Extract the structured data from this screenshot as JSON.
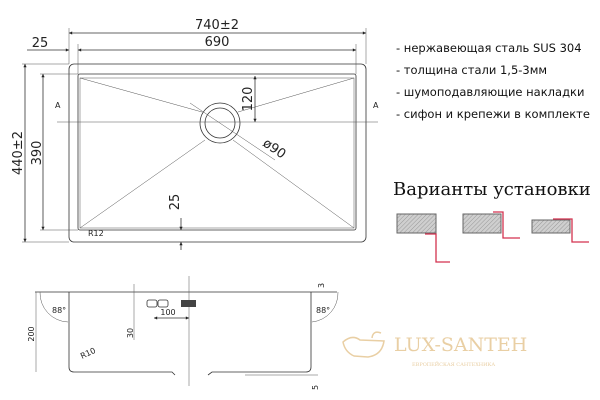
{
  "top_view": {
    "overall_width": "740±2",
    "bowl_width": "690",
    "rim_offset": "25",
    "overall_depth": "440±2",
    "bowl_depth": "390",
    "drain_offset": "120",
    "drain_diameter": "ø90",
    "bottom_offset": "25",
    "corner_radius": "R12",
    "section_mark": "A"
  },
  "side_view": {
    "height": "200",
    "angle_left": "88°",
    "angle_right": "88°",
    "overflow_height": "30",
    "overflow_distance": "100",
    "rim_thickness": "3",
    "bottom_step": "5",
    "bottom_radius": "R10"
  },
  "features": [
    "- нержавеющая сталь SUS 304",
    "- толщина стали 1,5-3мм",
    "- шумоподавляющие накладки",
    "- сифон и крепежи в комплекте"
  ],
  "install": {
    "title": "Варианты установки",
    "accent_color": "#d3324f"
  },
  "logo": {
    "name": "LUX-SANTEH",
    "tagline": "ЕВРОПЕЙСКАЯ САНТЕХНИКА",
    "color": "#e9cfa4"
  }
}
